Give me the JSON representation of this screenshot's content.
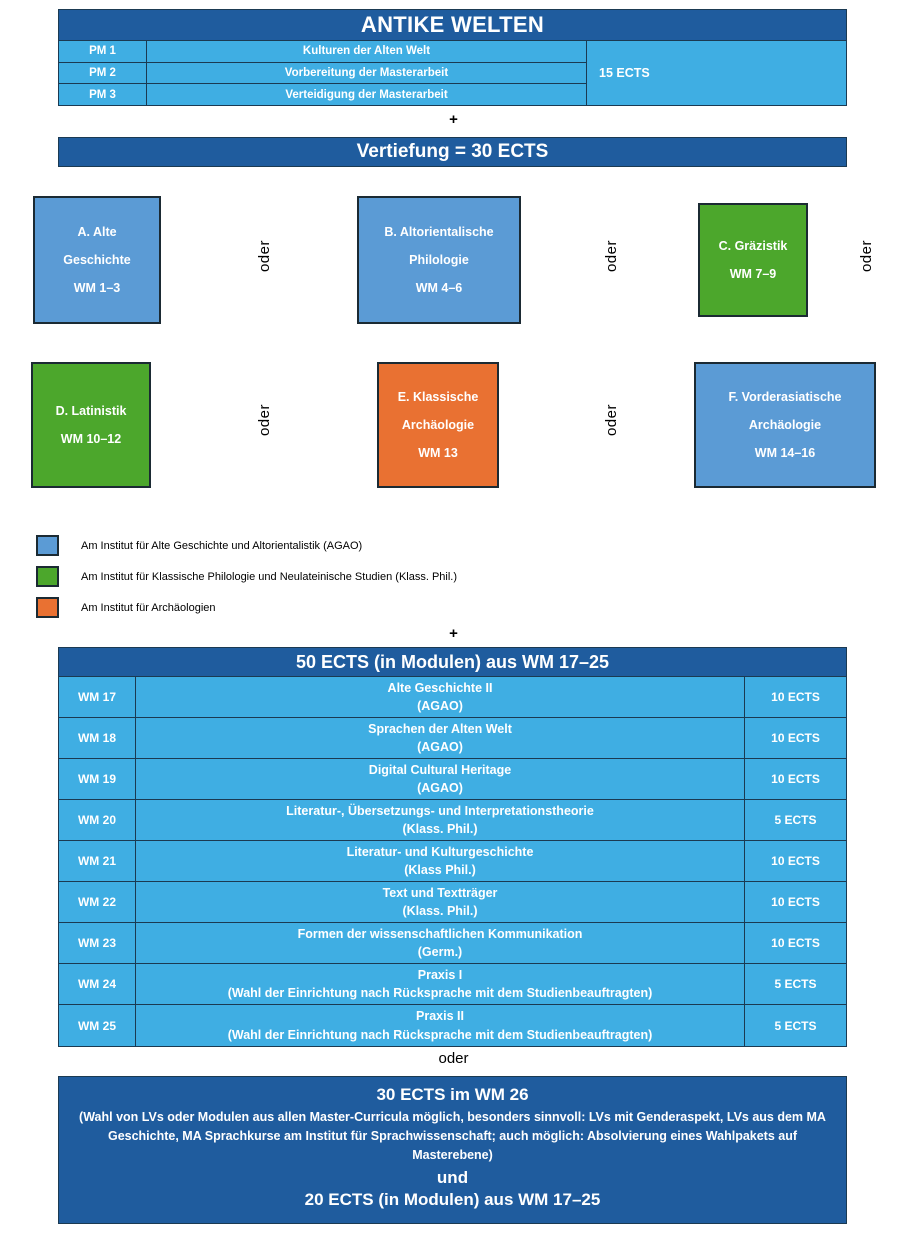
{
  "colors": {
    "dark_blue": "#1F5C9E",
    "light_blue": "#3FAEE3",
    "box_blue": "#5B9BD5",
    "green": "#4CA72C",
    "orange": "#E97132",
    "border": "#1b3a52",
    "text_white": "#FFFFFF"
  },
  "header": {
    "title": "ANTIKE WELTEN"
  },
  "pm_table": {
    "rows": [
      {
        "code": "PM 1",
        "name": "Kulturen der Alten Welt"
      },
      {
        "code": "PM 2",
        "name": "Vorbereitung der Masterarbeit"
      },
      {
        "code": "PM 3",
        "name": "Verteidigung der Masterarbeit"
      }
    ],
    "ects": "15 ECTS"
  },
  "separators": {
    "plus_1": "+",
    "plus_2": "+",
    "oder": "oder",
    "oder_vertical": "oder"
  },
  "vertiefung": {
    "title": "Vertiefung = 30 ECTS"
  },
  "specializations": [
    {
      "id": "A",
      "color_key": "box_blue",
      "lines": [
        "A. Alte",
        "Geschichte",
        "WM 1–3"
      ]
    },
    {
      "id": "B",
      "color_key": "box_blue",
      "lines": [
        "B. Altorientalische",
        "Philologie",
        "WM 4–6"
      ]
    },
    {
      "id": "C",
      "color_key": "green",
      "lines": [
        "C. Gräzistik",
        "WM 7–9"
      ]
    },
    {
      "id": "D",
      "color_key": "green",
      "lines": [
        "D. Latinistik",
        "WM 10–12"
      ]
    },
    {
      "id": "E",
      "color_key": "orange",
      "lines": [
        "E. Klassische",
        "Archäologie",
        "WM 13"
      ]
    },
    {
      "id": "F",
      "color_key": "box_blue",
      "lines": [
        "F. Vorderasiatische",
        "Archäologie",
        "WM 14–16"
      ]
    }
  ],
  "legend": [
    {
      "color_key": "box_blue",
      "label": "Am Institut für Alte Geschichte und Altorientalistik (AGAO)"
    },
    {
      "color_key": "green",
      "label": "Am Institut für Klassische Philologie und Neulateinische Studien (Klass. Phil.)"
    },
    {
      "color_key": "orange",
      "label": "Am Institut für Archäologien"
    }
  ],
  "wm_table": {
    "header": "50 ECTS (in Modulen) aus WM 17–25",
    "rows": [
      {
        "code": "WM 17",
        "title": "Alte Geschichte II",
        "subtitle": "(AGAO)",
        "ects": "10 ECTS"
      },
      {
        "code": "WM 18",
        "title": "Sprachen der Alten Welt",
        "subtitle": "(AGAO)",
        "ects": "10 ECTS"
      },
      {
        "code": "WM 19",
        "title": "Digital Cultural Heritage",
        "subtitle": "(AGAO)",
        "ects": "10 ECTS"
      },
      {
        "code": "WM 20",
        "title": "Literatur-, Übersetzungs- und Interpretationstheorie",
        "subtitle": "(Klass. Phil.)",
        "ects": "5 ECTS"
      },
      {
        "code": "WM 21",
        "title": "Literatur- und Kulturgeschichte",
        "subtitle": "(Klass Phil.)",
        "ects": "10 ECTS"
      },
      {
        "code": "WM 22",
        "title": "Text und Textträger",
        "subtitle": "(Klass. Phil.)",
        "ects": "10 ECTS"
      },
      {
        "code": "WM 23",
        "title": "Formen der wissenschaftlichen Kommunikation",
        "subtitle": "(Germ.)",
        "ects": "10 ECTS"
      },
      {
        "code": "WM 24",
        "title": "Praxis I",
        "subtitle": "(Wahl der Einrichtung nach Rücksprache mit dem Studienbeauftragten)",
        "ects": "5 ECTS"
      },
      {
        "code": "WM 25",
        "title": "Praxis II",
        "subtitle": "(Wahl der Einrichtung nach Rücksprache mit dem Studienbeauftragten)",
        "ects": "5 ECTS"
      }
    ]
  },
  "bottom_block": {
    "headline": "30 ECTS im WM 26",
    "paragraph": "(Wahl von LVs oder Modulen aus allen Master-Curricula möglich, besonders sinnvoll: LVs mit Genderaspekt, LVs aus dem MA Geschichte, MA Sprachkurse am Institut für Sprachwissenschaft; auch möglich: Absolvierung eines Wahlpakets auf Masterebene)",
    "und": "und",
    "footline": "20 ECTS (in Modulen) aus WM 17–25"
  }
}
